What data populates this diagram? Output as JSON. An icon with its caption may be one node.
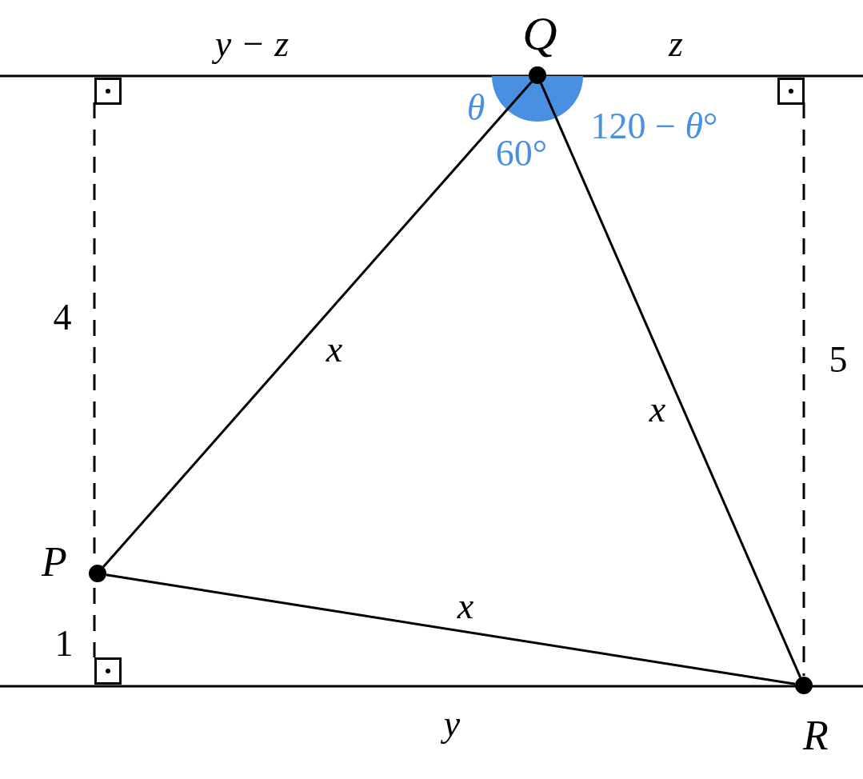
{
  "diagram": {
    "nodes": [
      {
        "text": [],
        "shape": "circle",
        "beside": [
          "Q"
        ]
      },
      {
        "text": [],
        "shape": "circle",
        "beside": [
          "P"
        ]
      },
      {
        "text": [],
        "shape": "circle",
        "beside": [
          "R"
        ]
      }
    ],
    "edges": [
      {
        "from": 1,
        "to": 0,
        "arrow": "none",
        "label": "x"
      },
      {
        "from": 0,
        "to": 2,
        "arrow": "none",
        "label": "x"
      },
      {
        "from": 1,
        "to": 2,
        "arrow": "none",
        "label": "x"
      }
    ],
    "labels": [
      "y − z",
      "z",
      "θ",
      "120 − *θ*°",
      "60°",
      "4",
      "5",
      "1",
      "y"
    ]
  }
}
